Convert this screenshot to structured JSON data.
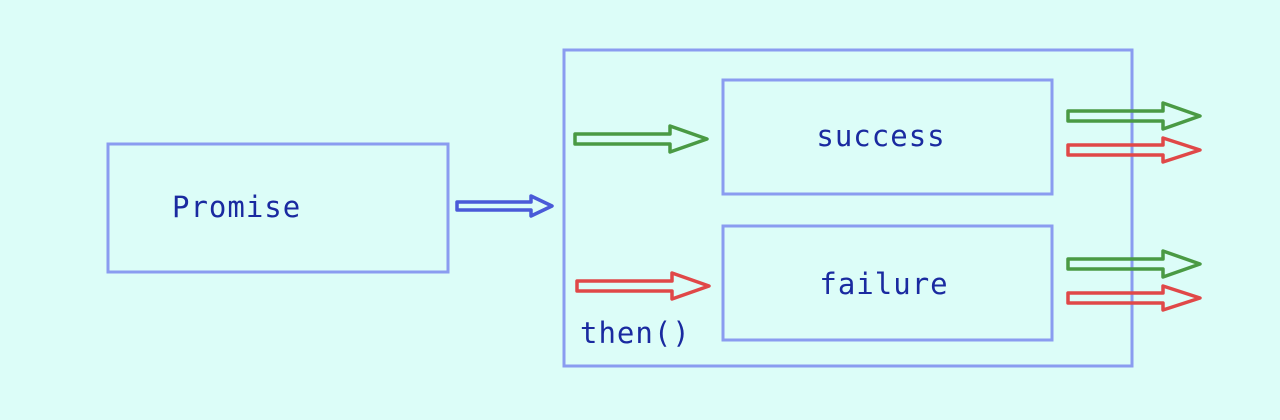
{
  "colors": {
    "background": "#dcfdf8",
    "box_stroke": "#8a9cf0",
    "text": "#1a2aa0",
    "arrow_input": "#4a5ad8",
    "arrow_success": "#4a9a44",
    "arrow_failure": "#e04848"
  },
  "nodes": {
    "promise": {
      "label": "Promise"
    },
    "then": {
      "label": "then()"
    },
    "success": {
      "label": "success"
    },
    "failure": {
      "label": "failure"
    }
  },
  "edges": [
    {
      "id": "promise-to-then",
      "kind": "input"
    },
    {
      "id": "into-success",
      "kind": "success"
    },
    {
      "id": "into-failure",
      "kind": "failure"
    },
    {
      "id": "success-out-fulfilled",
      "kind": "success"
    },
    {
      "id": "success-out-rejected",
      "kind": "failure"
    },
    {
      "id": "failure-out-fulfilled",
      "kind": "success"
    },
    {
      "id": "failure-out-rejected",
      "kind": "failure"
    }
  ]
}
